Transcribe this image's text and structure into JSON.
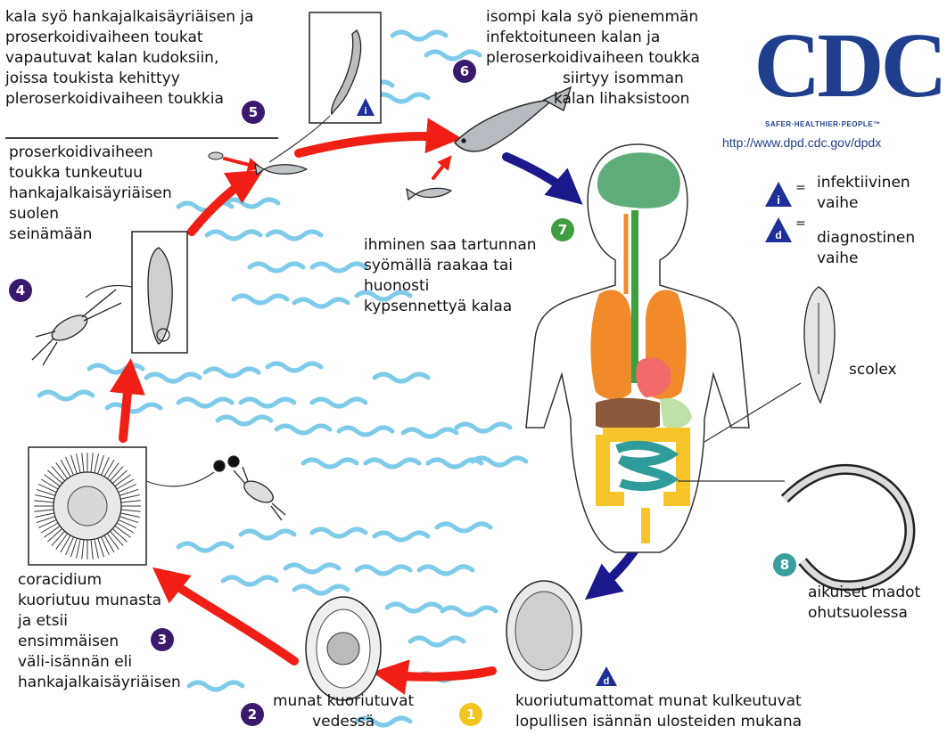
{
  "logo": {
    "name": "CDC",
    "tagline": "SAFER·HEALTHIER·PEOPLE™",
    "url": "http://www.dpd.cdc.gov/dpdx",
    "color": "#1f3f8c"
  },
  "legend": {
    "infective": {
      "symbol": "i",
      "label_lines": [
        "infektiivinen",
        "vaihe"
      ]
    },
    "diagnostic": {
      "symbol": "d",
      "label_lines": [
        "diagnostinen",
        "vaihe"
      ]
    },
    "equals": "="
  },
  "stages": [
    {
      "number": "1",
      "color": "#f2c420",
      "text_lines": [
        "kuoriutumattomat munat kulkeutuvat",
        "lopullisen isännän ulosteiden mukana"
      ],
      "marker": "d"
    },
    {
      "number": "2",
      "color": "#3b1a6e",
      "text_lines": [
        "munat kuoriutuvat",
        "vedessä"
      ]
    },
    {
      "number": "3",
      "color": "#3b1a6e",
      "text_lines": [
        "coracidium",
        "kuoriutuu munasta",
        "ja etsii",
        "ensimmäisen",
        "väli-isännän eli",
        "hankajalkaisäyriäisen"
      ]
    },
    {
      "number": "4",
      "color": "#3b1a6e",
      "text_lines": [
        "proserkoidivaiheen",
        "toukka tunkeutuu",
        "hankajalkaisäyriäisen",
        "suolen",
        "seinämään"
      ]
    },
    {
      "number": "5",
      "color": "#3b1a6e",
      "text_lines": [
        "kala syö hankajalkaisäyriäisen ja",
        "proserkoidivaiheen toukat",
        "vapautuvat kalan kudoksiin,",
        "joissa toukista kehittyy",
        "pleroserkoidivaiheen toukkia"
      ],
      "marker": "i"
    },
    {
      "number": "6",
      "color": "#3b1a6e",
      "text_lines": [
        "isompi kala syö pienemmän",
        "infektoituneen kalan ja",
        "pleroserkoidivaiheen toukka",
        "siirtyy isomman",
        "kalan lihaksistoon"
      ]
    },
    {
      "number": "7",
      "color": "#3f9e3f",
      "text_lines": [
        "ihminen saa tartunnan",
        "syömällä raakaa tai",
        "huonosti",
        "kypsennettyä kalaa"
      ]
    },
    {
      "number": "8",
      "color": "#3a9ea0",
      "text_lines": [
        "aikuiset madot",
        "ohutsuolessa"
      ]
    }
  ],
  "labels": {
    "scolex": "scolex"
  },
  "colors": {
    "red_arrow": "#f01e14",
    "blue_arrow": "#1a1a8c",
    "water": "#7fcbea",
    "brain": "#5fae7a",
    "lungs": "#f08a2a",
    "liver": "#f36a6a",
    "intestine_large": "#f7c42a",
    "intestine_small": "#2f9c9c"
  }
}
